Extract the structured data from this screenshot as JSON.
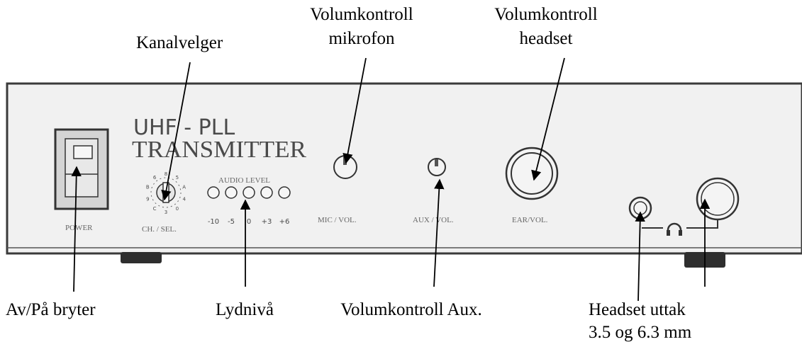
{
  "callouts": {
    "channel_selector": "Kanalvelger",
    "mic_volume_line1": "Volumkontroll",
    "mic_volume_line2": "mikrofon",
    "headset_volume_line1": "Volumkontroll",
    "headset_volume_line2": "headset",
    "power_switch": "Av/På bryter",
    "sound_level": "Lydnivå",
    "aux_volume": "Volumkontroll Aux.",
    "headset_jack_line1": "Headset uttak",
    "headset_jack_line2": "3.5 og 6.3 mm"
  },
  "panel": {
    "brand_line1": "UHF - PLL",
    "brand_line2": "TRANSMITTER",
    "power_label": "POWER",
    "channel_label": "CH. / SEL.",
    "audio_level_label": "AUDIO LEVEL",
    "level_scale": [
      "-10",
      "-5",
      "0",
      "+3",
      "+6"
    ],
    "mic_label": "MIC / VOL.",
    "aux_label": "AUX / VOL.",
    "ear_label": "EAR/VOL.",
    "dial_digits": [
      "8",
      "5",
      "A",
      "4",
      "0",
      "3",
      "C",
      "9",
      "B",
      "6"
    ]
  },
  "colors": {
    "panel_fill": "#f1f1f1",
    "outline": "#3a3a3a",
    "feet": "#2e2e2e",
    "arrow": "#000000"
  }
}
